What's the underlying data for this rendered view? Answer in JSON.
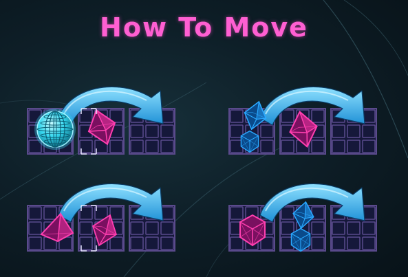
{
  "title": "How To Move",
  "colors": {
    "title": "#ff5fd2",
    "grid_line": "#5a4a8c",
    "cell_fill": "#15183a",
    "arrow_light": "#8fe1ff",
    "arrow_dark": "#1e90d6",
    "pink": "#ff3fb0",
    "pink_dark": "#7a1060",
    "cyan": "#36d8f0",
    "blue": "#2aa8ff",
    "blue_dark": "#0a4a8a"
  },
  "examples": [
    {
      "id": "sphere-to-octahedron",
      "pieces": [
        "cyan-sphere",
        "pink-octahedron"
      ]
    },
    {
      "id": "blue-pieces-to-pink-octahedron",
      "pieces": [
        "blue-octahedron",
        "blue-cube",
        "pink-octahedron"
      ]
    },
    {
      "id": "pink-pyramid-to-pink-octahedron",
      "pieces": [
        "pink-pyramid",
        "pink-octahedron"
      ]
    },
    {
      "id": "pink-cube-to-blue-pieces",
      "pieces": [
        "pink-cube",
        "blue-octahedron",
        "blue-cube"
      ]
    }
  ]
}
